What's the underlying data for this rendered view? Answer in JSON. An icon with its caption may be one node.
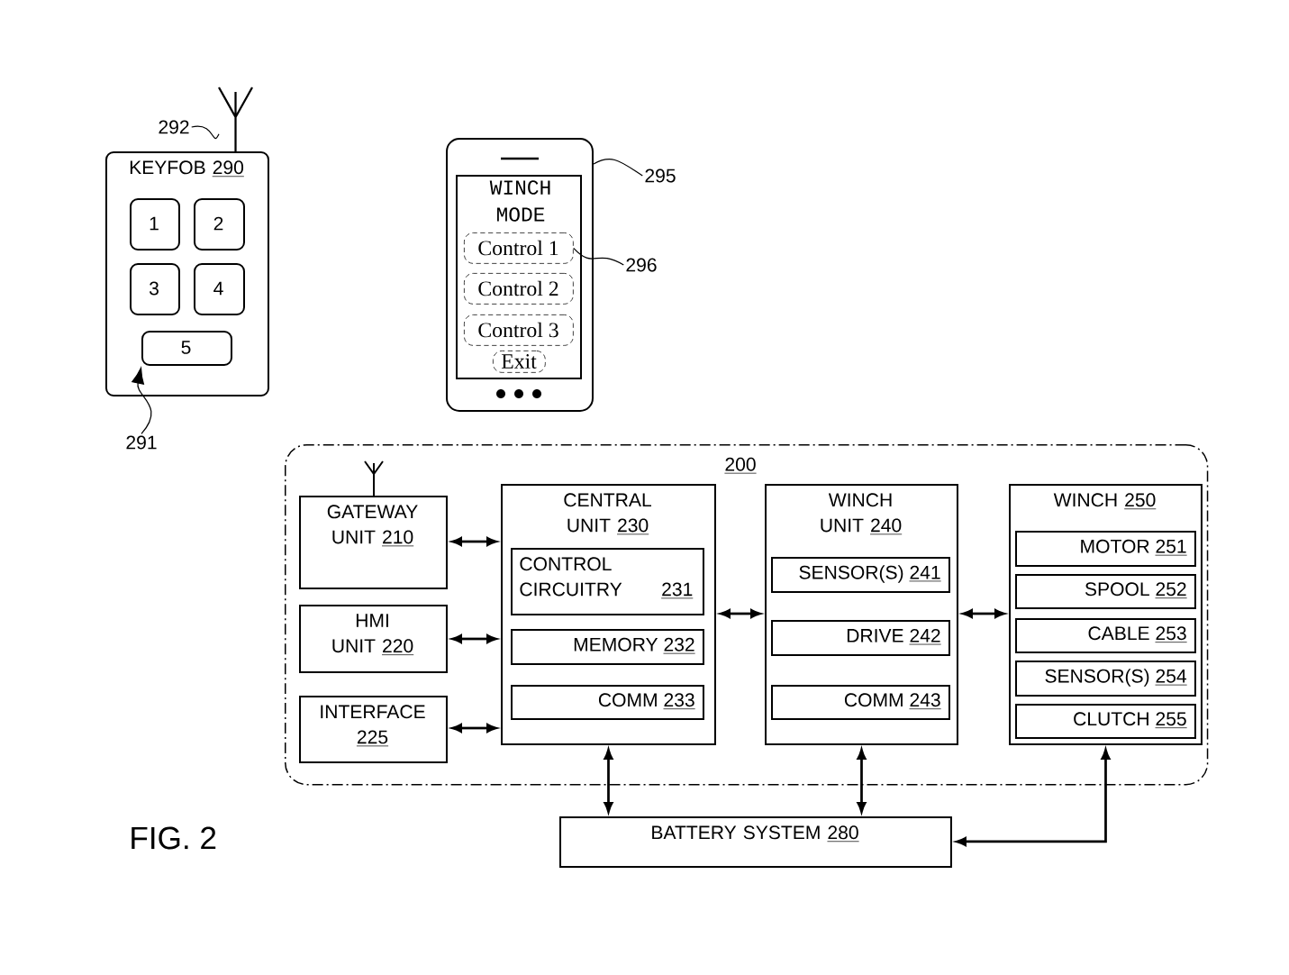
{
  "diagram": {
    "nodes": [
      {
        "text": [
          "KEYFOB",
          "290"
        ]
      },
      {
        "text": [
          "1"
        ],
        "in": 0
      },
      {
        "text": [
          "2"
        ],
        "in": 0
      },
      {
        "text": [
          "3"
        ],
        "in": 0
      },
      {
        "text": [
          "4"
        ],
        "in": 0
      },
      {
        "text": [
          "5"
        ],
        "in": 0
      },
      {
        "text": [],
        "shape": "picture"
      },
      {
        "text": [
          "292"
        ]
      },
      {
        "text": [
          "291"
        ]
      },
      {
        "text": [
          "WINCH MODE"
        ]
      },
      {
        "text": [
          "Control 1"
        ],
        "in": 9
      },
      {
        "text": [
          "Control 2"
        ],
        "in": 9
      },
      {
        "text": [
          "Control 3"
        ],
        "in": 9
      },
      {
        "text": [
          "Exit"
        ],
        "in": 9
      },
      {
        "text": [
          "295"
        ]
      },
      {
        "text": [
          "296"
        ]
      },
      {
        "text": [
          "200"
        ]
      },
      {
        "text": [
          "GATEWAY UNIT",
          "210"
        ],
        "in": 16
      },
      {
        "text": [
          "HMI UNIT",
          "220"
        ],
        "in": 16
      },
      {
        "text": [
          "INTERFACE",
          "225"
        ],
        "in": 16
      },
      {
        "text": [
          "CENTRAL UNIT",
          "230"
        ],
        "in": 16
      },
      {
        "text": [
          "CONTROL CIRCUITRY",
          "231"
        ],
        "in": 20
      },
      {
        "text": [
          "MEMORY",
          "232"
        ],
        "in": 20
      },
      {
        "text": [
          "COMM",
          "233"
        ],
        "in": 20
      },
      {
        "text": [
          "WINCH UNIT",
          "240"
        ],
        "in": 16
      },
      {
        "text": [
          "SENSOR(S)",
          "241"
        ],
        "in": 24
      },
      {
        "text": [
          "DRIVE",
          "242"
        ],
        "in": 24
      },
      {
        "text": [
          "COMM",
          "243"
        ],
        "in": 24
      },
      {
        "text": [
          "WINCH",
          "250"
        ],
        "in": 16
      },
      {
        "text": [
          "MOTOR",
          "251"
        ],
        "in": 28
      },
      {
        "text": [
          "SPOOL",
          "252"
        ],
        "in": 28
      },
      {
        "text": [
          "CABLE",
          "253"
        ],
        "in": 28
      },
      {
        "text": [
          "SENSOR(S)",
          "254"
        ],
        "in": 28
      },
      {
        "text": [
          "CLUTCH",
          "255"
        ],
        "in": 28
      },
      {
        "text": [
          "BATTERY SYSTEM",
          "280"
        ]
      }
    ],
    "edges": [
      {
        "from": 7,
        "to": 6,
        "arrow": "none"
      },
      {
        "from": 8,
        "to": 5,
        "arrow": "to"
      },
      {
        "from": 14,
        "to": 9,
        "arrow": "none"
      },
      {
        "from": 15,
        "to": 10,
        "arrow": "none"
      },
      {
        "from": 17,
        "to": 20,
        "arrow": "both"
      },
      {
        "from": 18,
        "to": 20,
        "arrow": "both"
      },
      {
        "from": 19,
        "to": 20,
        "arrow": "both"
      },
      {
        "from": 20,
        "to": 24,
        "arrow": "both"
      },
      {
        "from": 24,
        "to": 28,
        "arrow": "both"
      },
      {
        "from": 20,
        "to": 34,
        "arrow": "both"
      },
      {
        "from": 24,
        "to": 34,
        "arrow": "both"
      },
      {
        "from": 34,
        "to": 28,
        "arrow": "both"
      }
    ],
    "labels": [
      "FIG. 2"
    ]
  }
}
